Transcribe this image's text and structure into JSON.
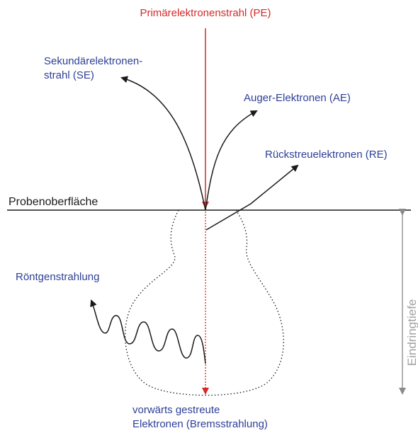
{
  "labels": {
    "primary_beam": "Primärelektronenstrahl (PE)",
    "secondary_line1": "Sekundärelektronen-",
    "secondary_line2": "strahl (SE)",
    "auger": "Auger-Elektronen (AE)",
    "backscatter": "Rückstreuelektronen (RE)",
    "surface": "Probenoberfläche",
    "xray": "Röntgenstrahlung",
    "penetration_depth": "Eindringtiefe",
    "forward_line1": "vorwärts gestreute",
    "forward_line2": "Elektronen (Bremsstrahlung)"
  },
  "colors": {
    "primary": "#d42a2a",
    "label_blue": "#2e3f96",
    "line_black": "#1a1a1a",
    "depth_grey": "#8a8a8a"
  }
}
